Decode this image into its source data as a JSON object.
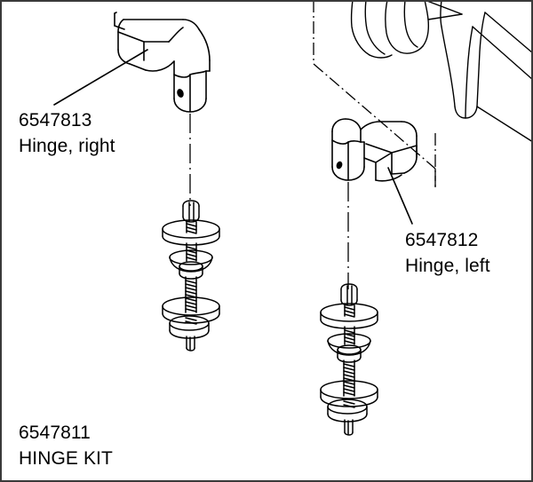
{
  "diagram": {
    "title_part_number": "6547811",
    "title_name": "HINGE KIT",
    "background_color": "#ffffff",
    "line_color": "#000000",
    "border_color": "#3a3a3a",
    "labels": [
      {
        "id": "right-hinge",
        "part_number": "6547813",
        "description": "Hinge, right"
      },
      {
        "id": "left-hinge",
        "part_number": "6547812",
        "description": "Hinge, left"
      },
      {
        "id": "kit",
        "part_number": "6547811",
        "description": "HINGE KIT"
      }
    ],
    "components": {
      "right_hinge_name": "right-hinge-body",
      "left_hinge_name": "left-hinge-body",
      "right_bolt_assembly_name": "right-bolt-assembly",
      "left_bolt_assembly_name": "left-bolt-assembly",
      "phantom_seat_name": "phantom-toilet-seat-bracket"
    }
  }
}
